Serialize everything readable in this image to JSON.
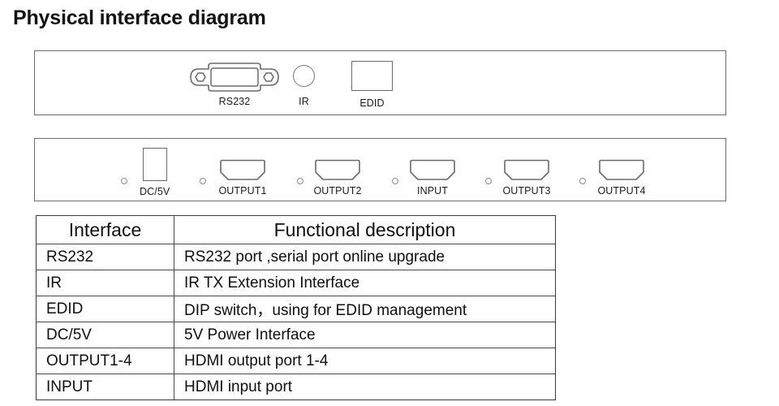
{
  "page": {
    "title": "Physical interface diagram"
  },
  "front_panel": {
    "name": "front-panel",
    "ports": [
      {
        "id": "rs232",
        "label": "RS232",
        "icon": "db9-serial-connector-icon"
      },
      {
        "id": "ir",
        "label": "IR",
        "icon": "ir-sensor-circle-icon"
      },
      {
        "id": "edid",
        "label": "EDID",
        "icon": "dip-switch-rectangle-icon"
      }
    ]
  },
  "rear_panel": {
    "name": "rear-panel",
    "ports": [
      {
        "id": "dc5v",
        "label": "DC/5V",
        "icon": "dc-power-jack-icon"
      },
      {
        "id": "output1",
        "label": "OUTPUT1",
        "icon": "hdmi-port-icon"
      },
      {
        "id": "output2",
        "label": "OUTPUT2",
        "icon": "hdmi-port-icon"
      },
      {
        "id": "input",
        "label": "INPUT",
        "icon": "hdmi-port-icon"
      },
      {
        "id": "output3",
        "label": "OUTPUT3",
        "icon": "hdmi-port-icon"
      },
      {
        "id": "output4",
        "label": "OUTPUT4",
        "icon": "hdmi-port-icon"
      }
    ]
  },
  "spec_table": {
    "headers": {
      "interface": "Interface",
      "description": "Functional description"
    },
    "rows": [
      {
        "interface": "RS232",
        "description": "RS232 port ,serial port online upgrade"
      },
      {
        "interface": "IR",
        "description": "IR TX Extension Interface"
      },
      {
        "interface": "EDID",
        "description": "DIP switch，using for EDID management"
      },
      {
        "interface": "DC/5V",
        "description": "5V Power Interface"
      },
      {
        "interface": "OUTPUT1-4",
        "description": "HDMI output port 1-4"
      },
      {
        "interface": "INPUT",
        "description": "HDMI input port"
      }
    ]
  },
  "colors": {
    "page_background": "#ffffff",
    "text": "#111111",
    "panel_outline": "#6e6e6e",
    "connector_outline": "#6b6b6b",
    "table_border": "#4a4a4a"
  }
}
